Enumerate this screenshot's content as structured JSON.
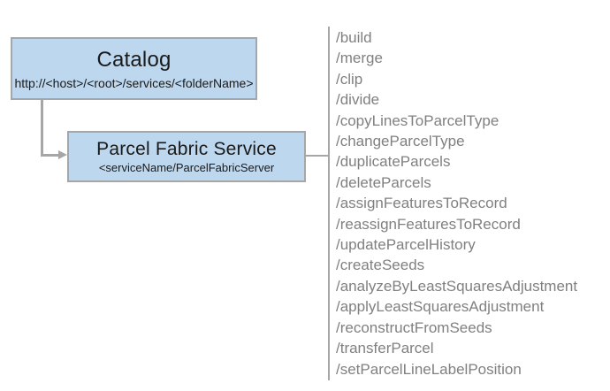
{
  "diagram": {
    "type": "service-architecture-diagram",
    "background_color": "#ffffff",
    "node_fill_color": "#bdd7ee",
    "node_border_color": "#a6a6a6",
    "connector_color": "#a6a6a6",
    "operations_text_color": "#808080",
    "nodes": [
      {
        "id": "catalog",
        "title": "Catalog",
        "subtitle": "http://<host>/<root>/services/<folderName>"
      },
      {
        "id": "parcel-fabric-service",
        "title": "Parcel Fabric Service",
        "subtitle": "<serviceName/ParcelFabricServer"
      }
    ]
  },
  "operations": {
    "items": [
      "/build",
      "/merge",
      "/clip",
      "/divide",
      "/copyLinesToParcelType",
      "/changeParcelType",
      "/duplicateParcels",
      "/deleteParcels",
      "/assignFeaturesToRecord",
      "/reassignFeaturesToRecord",
      "/updateParcelHistory",
      "/createSeeds",
      "/analyzeByLeastSquaresAdjustment",
      "/applyLeastSquaresAdjustment",
      "/reconstructFromSeeds",
      "/transferParcel",
      "/setParcelLineLabelPosition"
    ]
  }
}
